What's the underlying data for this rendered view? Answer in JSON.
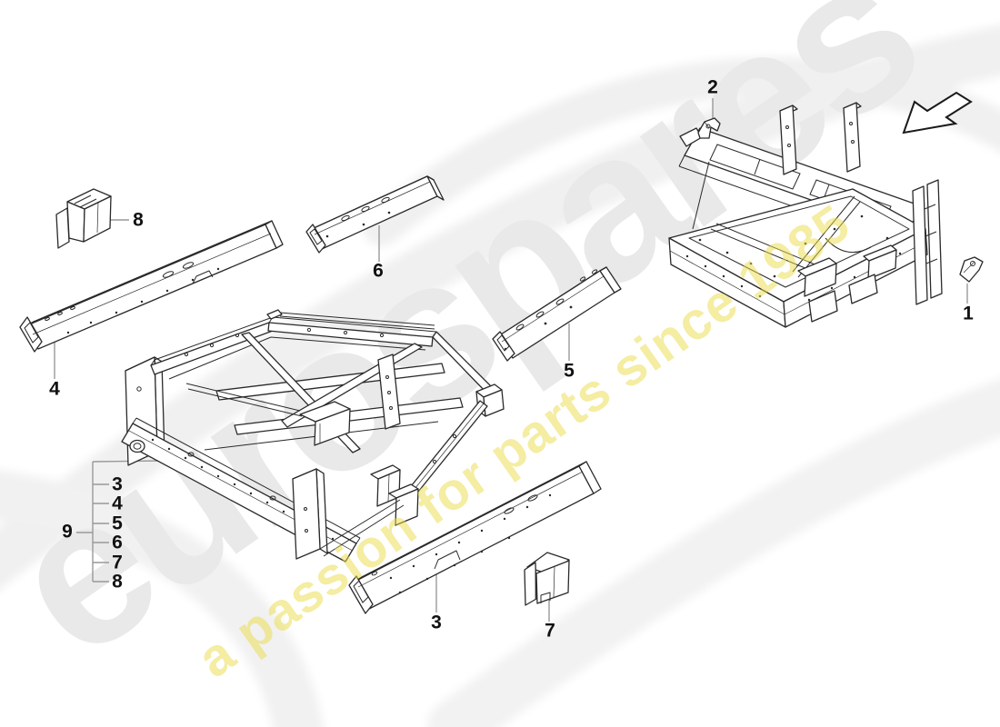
{
  "watermark": {
    "brand": "eurospares",
    "tagline": "a passion for parts since 1985"
  },
  "callouts": {
    "c1": "1",
    "c2": "2",
    "c3": "3",
    "c4": "4",
    "c5": "5",
    "c6": "6",
    "c7": "7",
    "c8": "8"
  },
  "group9": {
    "label": "9",
    "items": [
      "3",
      "4",
      "5",
      "6",
      "7",
      "8"
    ]
  },
  "colors": {
    "line": "#2a2a2a",
    "leader": "#999999",
    "label": "#111111",
    "brand_watermark": "#e9e9e9",
    "tagline_watermark": "#eadc46"
  }
}
